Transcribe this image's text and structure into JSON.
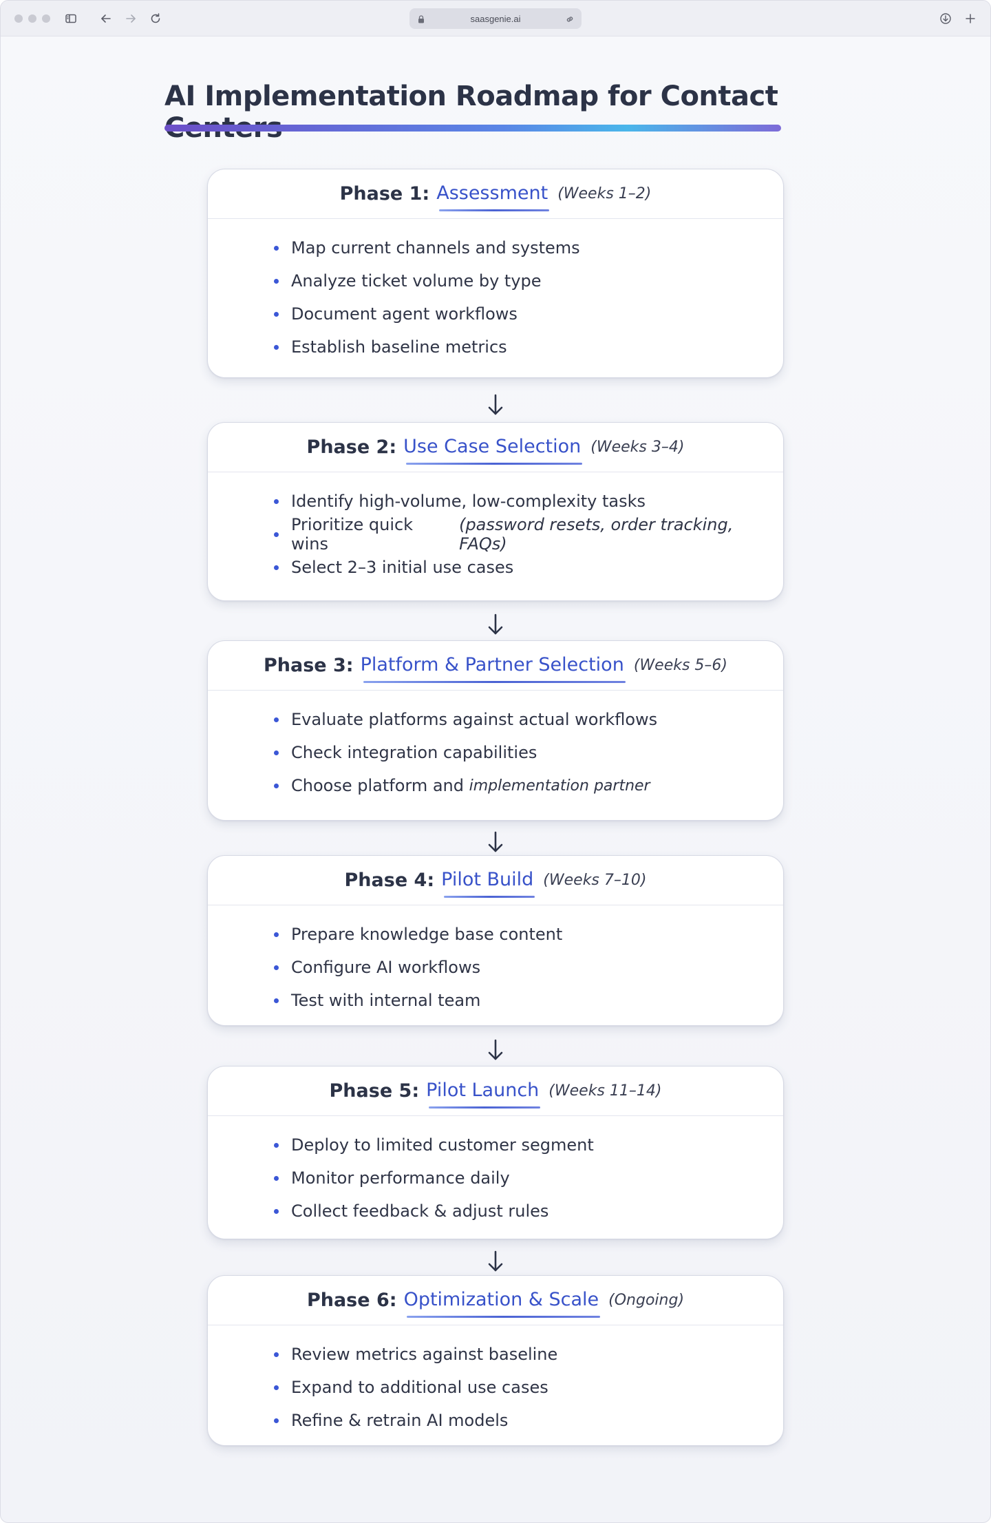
{
  "browser": {
    "url": "saasgenie.ai"
  },
  "page": {
    "title": "AI Implementation Roadmap for Contact Centers"
  },
  "phases": [
    {
      "label": "Phase 1:",
      "name": "Assessment",
      "weeks": "(Weeks 1–2)",
      "items": [
        "Map current channels and systems",
        "Analyze ticket volume by type",
        "Document agent workflows",
        "Establish baseline metrics"
      ]
    },
    {
      "label": "Phase 2:",
      "name": "Use Case Selection",
      "weeks": "(Weeks 3–4)",
      "items": [
        "Identify high-volume, low-complexity tasks",
        "Prioritize quick wins",
        "Select 2–3 initial use cases"
      ],
      "item_note": "(password resets, order tracking, FAQs)"
    },
    {
      "label": "Phase 3:",
      "name": "Platform & Partner Selection",
      "weeks": "(Weeks 5–6)",
      "items": [
        "Evaluate platforms against actual workflows",
        "Check integration capabilities",
        "Choose platform and"
      ],
      "item_note": "implementation partner"
    },
    {
      "label": "Phase 4:",
      "name": "Pilot Build",
      "weeks": "(Weeks 7–10)",
      "items": [
        "Prepare knowledge base content",
        "Configure AI workflows",
        "Test with internal team"
      ]
    },
    {
      "label": "Phase 5:",
      "name": "Pilot Launch",
      "weeks": "(Weeks 11–14)",
      "items": [
        "Deploy to limited customer segment",
        "Monitor performance daily",
        "Collect feedback & adjust rules"
      ]
    },
    {
      "label": "Phase 6:",
      "name": "Optimization & Scale",
      "weeks": "(Ongoing)",
      "items": [
        "Review metrics against baseline",
        "Expand to additional use cases",
        "Refine & retrain AI models"
      ]
    }
  ]
}
